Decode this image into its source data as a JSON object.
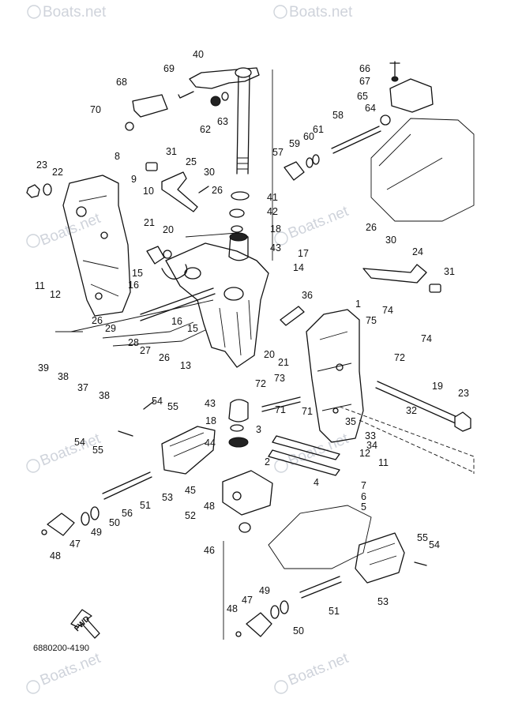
{
  "diagram": {
    "code": "6880200-4190",
    "fwd_label": "FWD",
    "watermark": "Boats.net",
    "callouts": [
      {
        "id": "c1",
        "label": "1"
      },
      {
        "id": "c2",
        "label": "2"
      },
      {
        "id": "c3",
        "label": "3"
      },
      {
        "id": "c4",
        "label": "4"
      },
      {
        "id": "c5",
        "label": "5"
      },
      {
        "id": "c6",
        "label": "6"
      },
      {
        "id": "c7",
        "label": "7"
      },
      {
        "id": "c8",
        "label": "8"
      },
      {
        "id": "c9",
        "label": "9"
      },
      {
        "id": "c10",
        "label": "10"
      },
      {
        "id": "c11a",
        "label": "11"
      },
      {
        "id": "c11b",
        "label": "11"
      },
      {
        "id": "c12a",
        "label": "12"
      },
      {
        "id": "c12b",
        "label": "12"
      },
      {
        "id": "c13",
        "label": "13"
      },
      {
        "id": "c14",
        "label": "14"
      },
      {
        "id": "c15a",
        "label": "15"
      },
      {
        "id": "c15b",
        "label": "15"
      },
      {
        "id": "c16a",
        "label": "16"
      },
      {
        "id": "c16b",
        "label": "16"
      },
      {
        "id": "c17",
        "label": "17"
      },
      {
        "id": "c18a",
        "label": "18"
      },
      {
        "id": "c18b",
        "label": "18"
      },
      {
        "id": "c19",
        "label": "19"
      },
      {
        "id": "c20a",
        "label": "20"
      },
      {
        "id": "c20b",
        "label": "20"
      },
      {
        "id": "c21a",
        "label": "21"
      },
      {
        "id": "c21b",
        "label": "21"
      },
      {
        "id": "c22",
        "label": "22"
      },
      {
        "id": "c23a",
        "label": "23"
      },
      {
        "id": "c23b",
        "label": "23"
      },
      {
        "id": "c24",
        "label": "24"
      },
      {
        "id": "c25",
        "label": "25"
      },
      {
        "id": "c26a",
        "label": "26"
      },
      {
        "id": "c26b",
        "label": "26"
      },
      {
        "id": "c26c",
        "label": "26"
      },
      {
        "id": "c26d",
        "label": "26"
      },
      {
        "id": "c27",
        "label": "27"
      },
      {
        "id": "c28",
        "label": "28"
      },
      {
        "id": "c29",
        "label": "29"
      },
      {
        "id": "c30a",
        "label": "30"
      },
      {
        "id": "c30b",
        "label": "30"
      },
      {
        "id": "c31a",
        "label": "31"
      },
      {
        "id": "c31b",
        "label": "31"
      },
      {
        "id": "c32",
        "label": "32"
      },
      {
        "id": "c33",
        "label": "33"
      },
      {
        "id": "c34",
        "label": "34"
      },
      {
        "id": "c35",
        "label": "35"
      },
      {
        "id": "c36",
        "label": "36"
      },
      {
        "id": "c37",
        "label": "37"
      },
      {
        "id": "c38a",
        "label": "38"
      },
      {
        "id": "c38b",
        "label": "38"
      },
      {
        "id": "c39",
        "label": "39"
      },
      {
        "id": "c40",
        "label": "40"
      },
      {
        "id": "c41",
        "label": "41"
      },
      {
        "id": "c42",
        "label": "42"
      },
      {
        "id": "c43a",
        "label": "43"
      },
      {
        "id": "c43b",
        "label": "43"
      },
      {
        "id": "c44",
        "label": "44"
      },
      {
        "id": "c45",
        "label": "45"
      },
      {
        "id": "c46",
        "label": "46"
      },
      {
        "id": "c47a",
        "label": "47"
      },
      {
        "id": "c47b",
        "label": "47"
      },
      {
        "id": "c48a",
        "label": "48"
      },
      {
        "id": "c48b",
        "label": "48"
      },
      {
        "id": "c48c",
        "label": "48"
      },
      {
        "id": "c49a",
        "label": "49"
      },
      {
        "id": "c49b",
        "label": "49"
      },
      {
        "id": "c50a",
        "label": "50"
      },
      {
        "id": "c50b",
        "label": "50"
      },
      {
        "id": "c51a",
        "label": "51"
      },
      {
        "id": "c51b",
        "label": "51"
      },
      {
        "id": "c52",
        "label": "52"
      },
      {
        "id": "c53a",
        "label": "53"
      },
      {
        "id": "c53b",
        "label": "53"
      },
      {
        "id": "c54a",
        "label": "54"
      },
      {
        "id": "c54b",
        "label": "54"
      },
      {
        "id": "c54c",
        "label": "54"
      },
      {
        "id": "c55a",
        "label": "55"
      },
      {
        "id": "c55b",
        "label": "55"
      },
      {
        "id": "c55c",
        "label": "55"
      },
      {
        "id": "c56",
        "label": "56"
      },
      {
        "id": "c57",
        "label": "57"
      },
      {
        "id": "c58",
        "label": "58"
      },
      {
        "id": "c59",
        "label": "59"
      },
      {
        "id": "c60",
        "label": "60"
      },
      {
        "id": "c61",
        "label": "61"
      },
      {
        "id": "c62",
        "label": "62"
      },
      {
        "id": "c63",
        "label": "63"
      },
      {
        "id": "c64",
        "label": "64"
      },
      {
        "id": "c65",
        "label": "65"
      },
      {
        "id": "c66",
        "label": "66"
      },
      {
        "id": "c67",
        "label": "67"
      },
      {
        "id": "c68",
        "label": "68"
      },
      {
        "id": "c69",
        "label": "69"
      },
      {
        "id": "c70",
        "label": "70"
      },
      {
        "id": "c71a",
        "label": "71"
      },
      {
        "id": "c71b",
        "label": "71"
      },
      {
        "id": "c72a",
        "label": "72"
      },
      {
        "id": "c72b",
        "label": "72"
      },
      {
        "id": "c73",
        "label": "73"
      },
      {
        "id": "c74a",
        "label": "74"
      },
      {
        "id": "c74b",
        "label": "74"
      },
      {
        "id": "c75",
        "label": "75"
      }
    ]
  }
}
